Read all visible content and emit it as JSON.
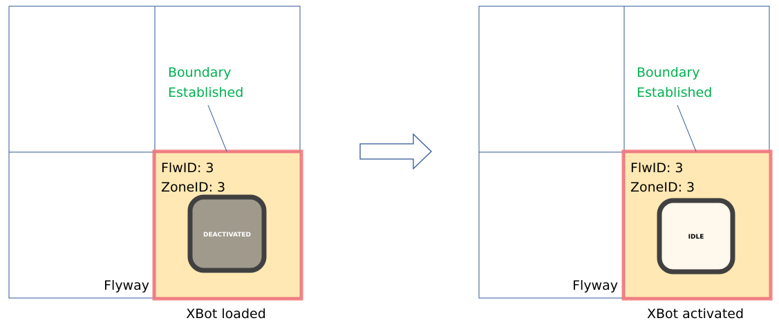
{
  "panels": [
    {
      "boundary_label_line1": "Boundary",
      "boundary_label_line2": "Established",
      "flw_id": "FlwID: 3",
      "zone_id": "ZoneID: 3",
      "xbot_state": "DEACTIVATED",
      "flyway_label": "Flyway",
      "caption": "XBot loaded"
    },
    {
      "boundary_label_line1": "Boundary",
      "boundary_label_line2": "Established",
      "flw_id": "FlwID: 3",
      "zone_id": "ZoneID: 3",
      "xbot_state": "IDLE",
      "flyway_label": "Flyway",
      "caption": "XBot activated"
    }
  ],
  "colors": {
    "grid_line": "#2f5597",
    "boundary_label": "#00b050",
    "zone_fill": "#ffe8b3",
    "zone_border": "#f4777a",
    "xbot_border": "#404040",
    "xbot_deactivated_fill": "#a09a8d",
    "xbot_idle_fill": "#fff8ec"
  },
  "icons": {
    "transition_arrow": "right-arrow-outline-icon"
  }
}
